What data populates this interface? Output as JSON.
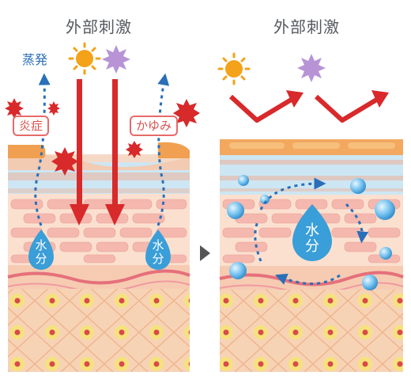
{
  "left_panel": {
    "title": "外部刺激",
    "evaporation_label": "蒸発",
    "inflammation_label": "炎症",
    "itch_label": "かゆみ",
    "water_label_line1": "水",
    "water_label_line2": "分"
  },
  "right_panel": {
    "title": "外部刺激",
    "water_label_line1": "水",
    "water_label_line2": "分"
  },
  "colors": {
    "sun": "#f3a21a",
    "purple_burst": "#b894d6",
    "red_arrow": "#d8292b",
    "water_drop": "#3a9ed8",
    "dotted_arrow": "#2a6fb8",
    "barrier": "#f0a050",
    "dermis": "#f5c8a8"
  }
}
